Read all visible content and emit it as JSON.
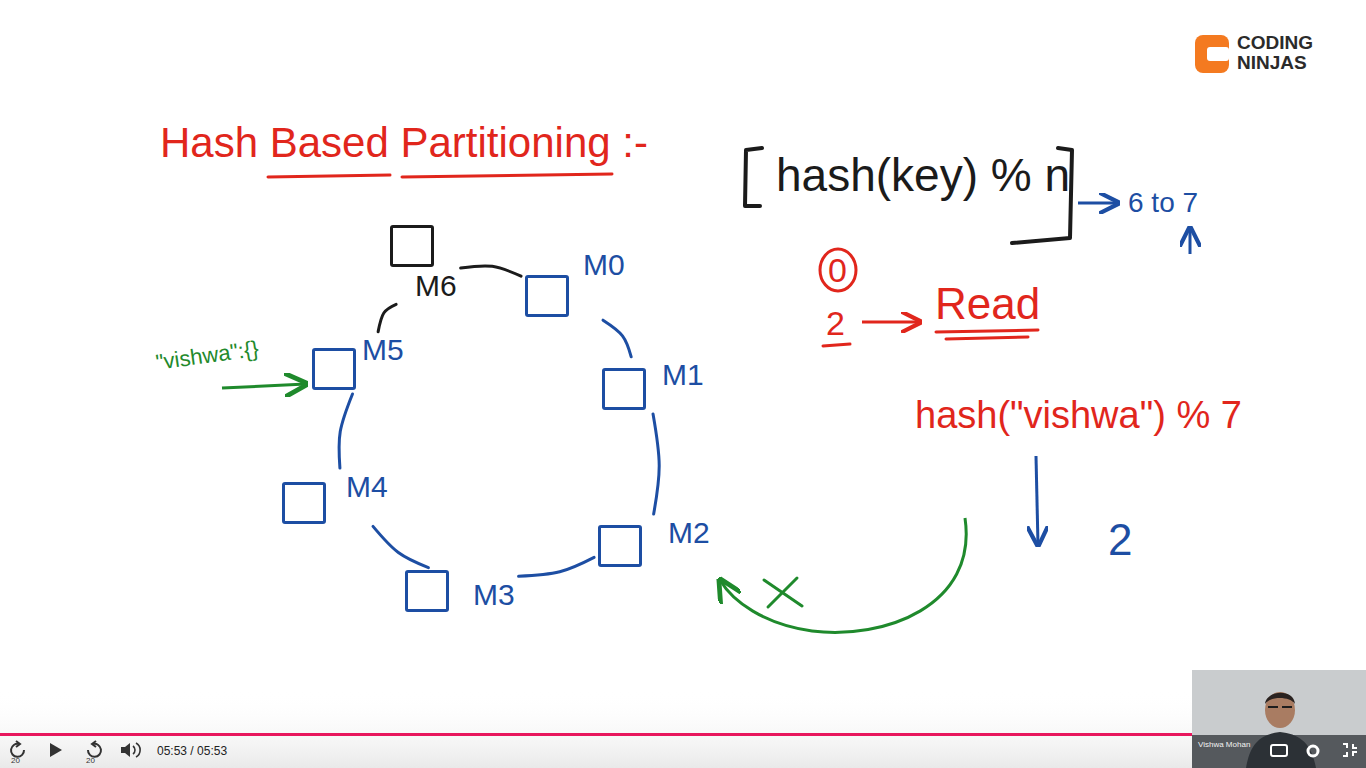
{
  "diagram": {
    "title": "Hash Based Partitioning :-",
    "nodes": [
      {
        "text": [
          "M0"
        ]
      },
      {
        "text": [
          "M1"
        ]
      },
      {
        "text": [
          "M2"
        ]
      },
      {
        "text": [
          "M3"
        ]
      },
      {
        "text": [
          "M4"
        ]
      },
      {
        "text": [
          "M5"
        ]
      },
      {
        "text": [
          "M6"
        ]
      }
    ],
    "edges": [
      {
        "from": 0,
        "to": 1,
        "arrow": "none"
      },
      {
        "from": 1,
        "to": 2,
        "arrow": "none"
      },
      {
        "from": 2,
        "to": 3,
        "arrow": "none"
      },
      {
        "from": 3,
        "to": 4,
        "arrow": "none"
      },
      {
        "from": 4,
        "to": 5,
        "arrow": "none"
      },
      {
        "from": 5,
        "to": 6,
        "arrow": "none"
      },
      {
        "from": 6,
        "to": 0,
        "arrow": "none"
      }
    ],
    "labels": [
      "CODING",
      "NINJAS",
      "hash(key) % n",
      "6 to 7",
      "0",
      "2",
      "Read",
      "hash(\"vishwa\") % 7",
      "2",
      "\"vishwa\":{}",
      "20",
      "20",
      "05:53 / 05:53",
      "Vishwa Mohan"
    ]
  }
}
